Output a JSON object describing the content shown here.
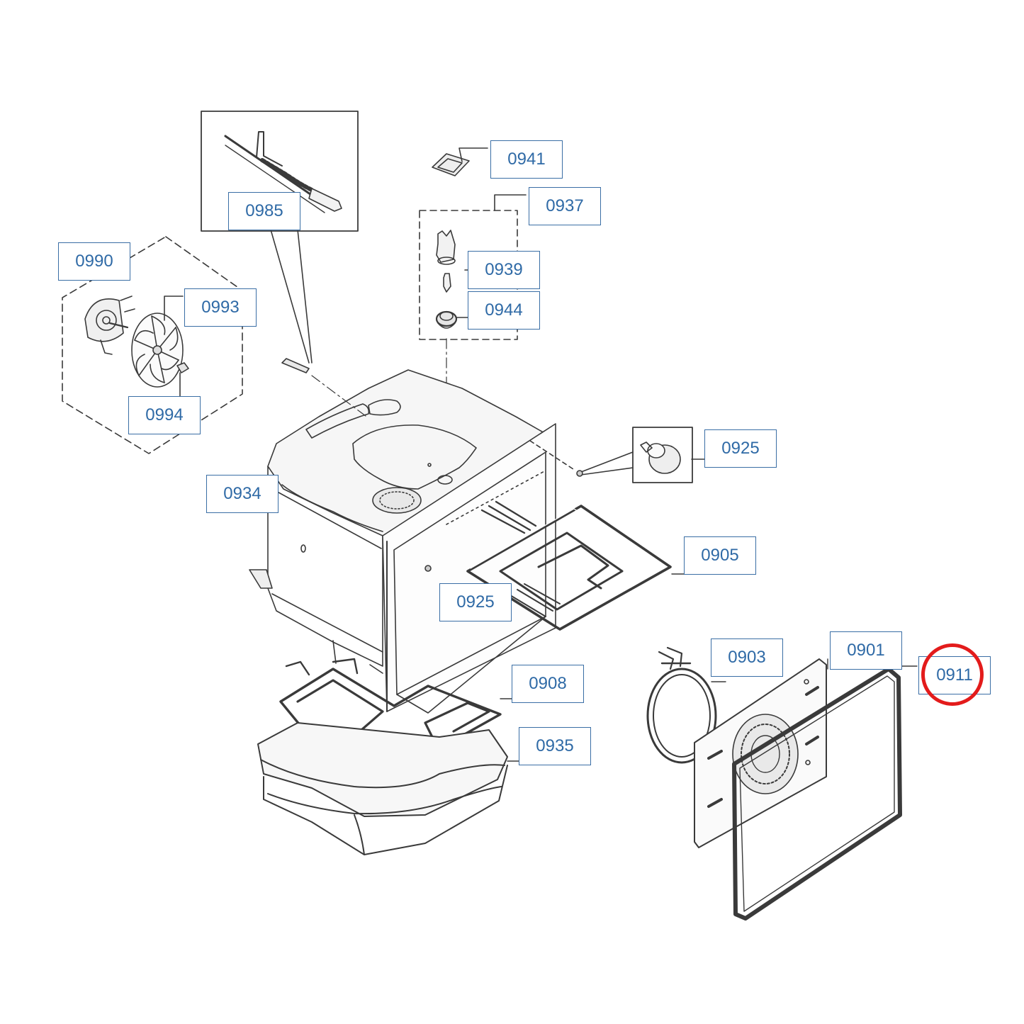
{
  "labels": {
    "l0941": "0941",
    "l0937": "0937",
    "l0985": "0985",
    "l0990": "0990",
    "l0939": "0939",
    "l0993": "0993",
    "l0944": "0944",
    "l0994": "0994",
    "l0925a": "0925",
    "l0934": "0934",
    "l0905": "0905",
    "l0925b": "0925",
    "l0903": "0903",
    "l0901": "0901",
    "l0911": "0911",
    "l0908": "0908",
    "l0935": "0935"
  },
  "highlighted_part": "0911",
  "colors": {
    "label_text": "#2f6aa6",
    "label_border": "#3a6ea5",
    "line_art": "#333333",
    "highlight_ring": "#e31b1b"
  }
}
